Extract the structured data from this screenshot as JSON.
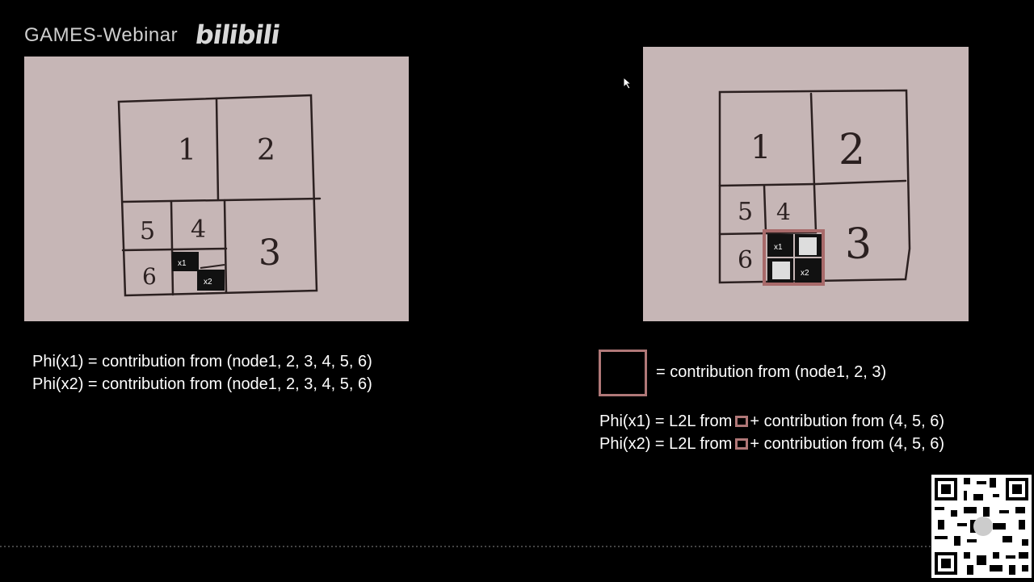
{
  "header": {
    "brand": "GAMES-Webinar",
    "logo_text": "bilibili"
  },
  "left_figure": {
    "cells": [
      "1",
      "2",
      "3",
      "4",
      "5",
      "6"
    ],
    "points": [
      "x1",
      "x2"
    ]
  },
  "right_figure": {
    "cells": [
      "1",
      "2",
      "3",
      "4",
      "5",
      "6"
    ],
    "points": [
      "x1",
      "x2"
    ]
  },
  "left_equations": [
    "Phi(x1) = contribution from (node1, 2, 3, 4, 5, 6)",
    "Phi(x2) = contribution from (node1, 2, 3, 4, 5, 6)"
  ],
  "right_legend": "= contribution from (node1, 2, 3)",
  "right_equations": [
    {
      "prefix": "Phi(x1) = L2L from",
      "suffix": "+ contribution from (4, 5, 6)"
    },
    {
      "prefix": "Phi(x2) = L2L from",
      "suffix": "+ contribution from (4, 5, 6)"
    }
  ],
  "colors": {
    "paper": "#c6b6b6",
    "highlight": "#b07878"
  },
  "icons": [
    "qr-code-icon",
    "mouse-cursor-icon"
  ]
}
